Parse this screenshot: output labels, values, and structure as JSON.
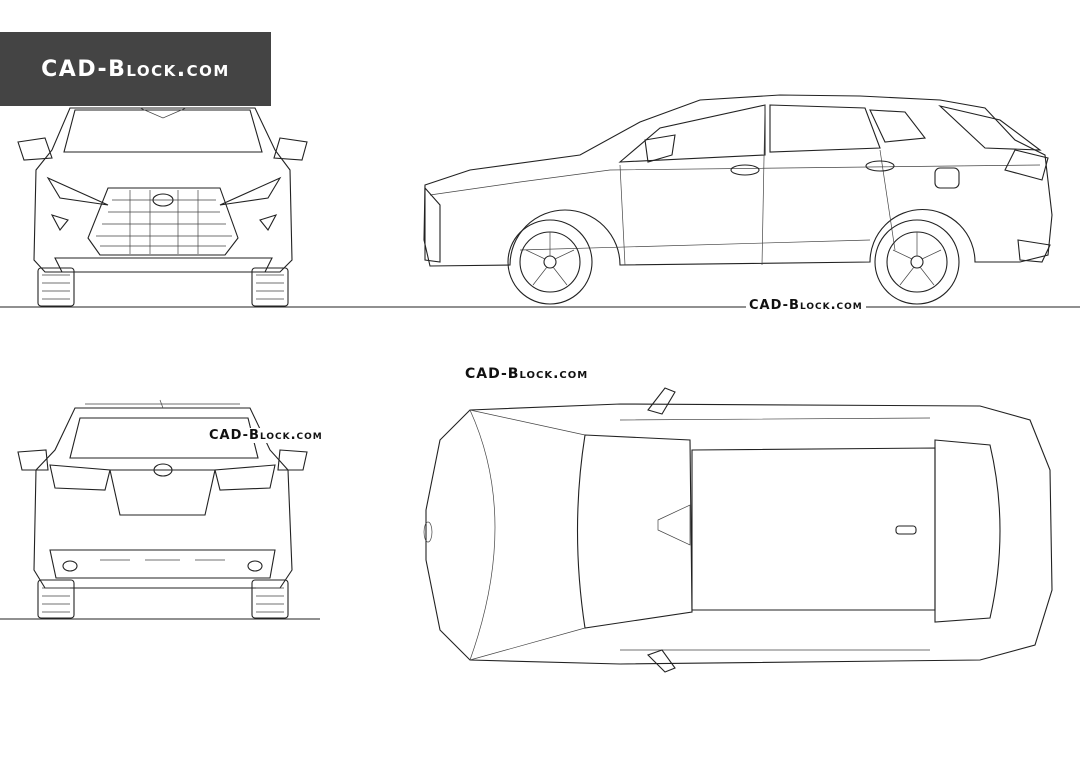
{
  "logo": {
    "text": "CAD-Block.com"
  },
  "watermarks": [
    "CAD-Block.com",
    "CAD-Block.com",
    "CAD-Block.com"
  ],
  "views": [
    "front-view",
    "side-view",
    "rear-view",
    "top-view"
  ]
}
